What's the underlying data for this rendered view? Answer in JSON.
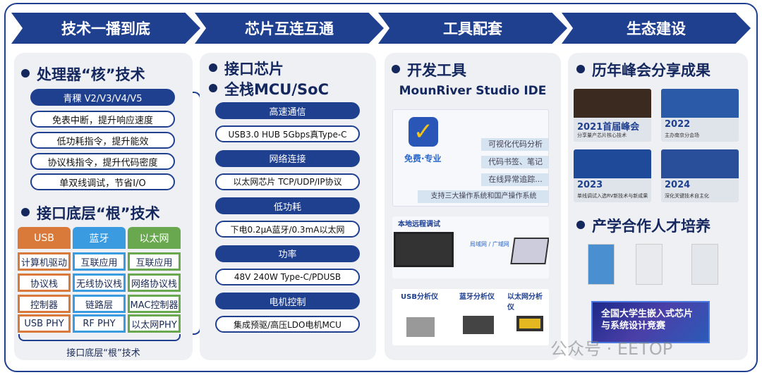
{
  "header": [
    "技术一播到底",
    "芯片互连互通",
    "工具配套",
    "生态建设"
  ],
  "col1": {
    "title1": "处理器“核”技术",
    "core": "青稞 V2/V3/V4/V5",
    "features": [
      "免表中断，提升响应速度",
      "低功耗指令，提升能效",
      "协议栈指令，提升代码密度",
      "单双线调试，节省I/O"
    ],
    "title2": "接口底层“根”技术",
    "columns": [
      {
        "name": "USB",
        "color": "#d97a3a",
        "items": [
          "计算机驱动",
          "协议栈",
          "控制器",
          "USB PHY"
        ]
      },
      {
        "name": "蓝牙",
        "color": "#3a9be0",
        "items": [
          "互联应用",
          "无线协议栈",
          "链路层",
          "RF PHY"
        ]
      },
      {
        "name": "以太网",
        "color": "#6aa84f",
        "items": [
          "互联应用",
          "网络协议栈",
          "MAC控制器",
          "以太网PHY"
        ]
      }
    ],
    "footer": "接口底层“根”技术"
  },
  "col2": {
    "title1": "接口芯片",
    "title2": "全栈MCU/SoC",
    "groups": [
      {
        "label": "高速通信",
        "detail": "USB3.0 HUB 5Gbps真Type-C"
      },
      {
        "label": "网络连接",
        "detail": "以太网芯片 TCP/UDP/IP协议"
      },
      {
        "label": "低功耗",
        "detail": "下电0.2μA蓝牙/0.3mA以太网"
      },
      {
        "label": "功率",
        "detail": "48V 240W Type-C/PDUSB"
      },
      {
        "label": "电机控制",
        "detail": "集成预驱/高压LDO电机MCU"
      }
    ]
  },
  "col3": {
    "title": "开发工具",
    "ide": "MounRiver Studio IDE",
    "slogan": "免费·专业",
    "ide_features": [
      "可视化代码分析",
      "代码书签、笔记",
      "在线异常追踪...",
      "支持三大操作系统和国产操作系统"
    ],
    "remote": "本地远程调试",
    "network": "局域网 / 广域网",
    "analyzers": [
      "USB分析仪",
      "蓝牙分析仪",
      "以太网分析仪"
    ]
  },
  "col4": {
    "title1": "历年峰会分享成果",
    "summits": [
      {
        "year": "2021首届峰会",
        "desc": "分享量产芯片核心技术"
      },
      {
        "year": "2022",
        "desc": "主办南京分会场"
      },
      {
        "year": "2023",
        "desc": "单线调试入选RV新技术与新成果"
      },
      {
        "year": "2024",
        "desc": "深化关键技术自主化"
      }
    ],
    "title2": "产学合作人才培养",
    "competition": "全国大学生嵌入式芯片与系统设计竞赛"
  },
  "watermark": "公众号 · EETOP",
  "colors": {
    "navy": "#1f3f8f"
  }
}
